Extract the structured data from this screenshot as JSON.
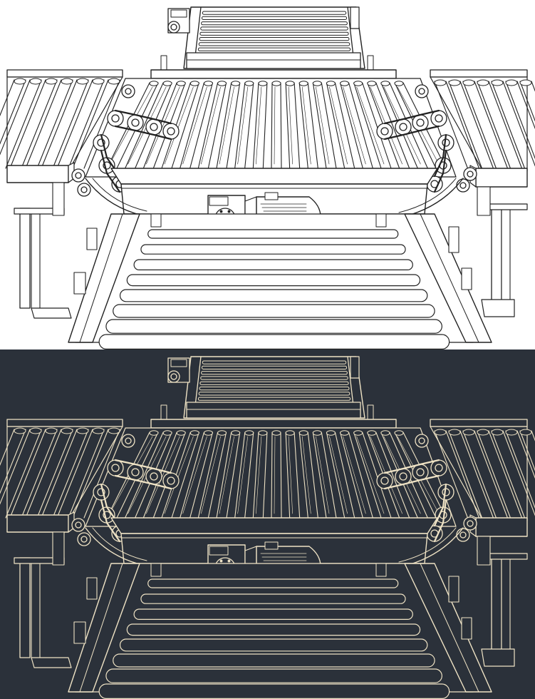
{
  "illustration": {
    "subject": "roller-conveyor-transfer-unit",
    "variants": [
      {
        "id": "light",
        "background": "#ffffff",
        "stroke": "#222222",
        "highlight": "#ffffff"
      },
      {
        "id": "dark",
        "background": "#2b313a",
        "stroke": "#efe3c5",
        "highlight": "#2b313a"
      }
    ]
  }
}
